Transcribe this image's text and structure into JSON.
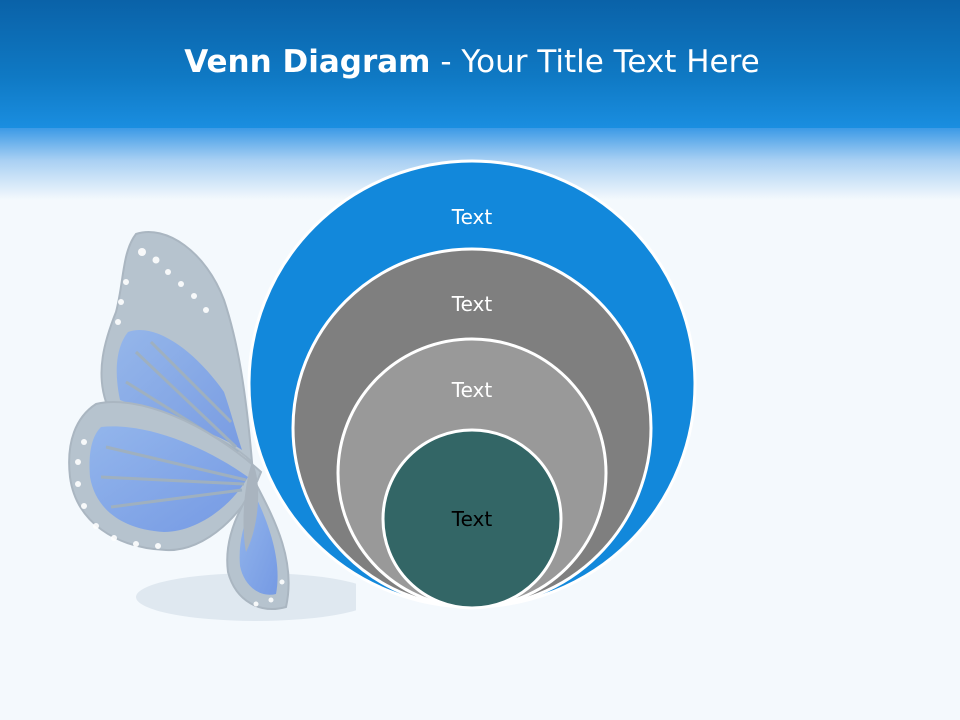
{
  "slide": {
    "title_bold": "Venn Diagram",
    "title_rest": " - Your Title Text Here"
  },
  "diagram": {
    "circles": [
      {
        "label": "Text",
        "fill": "#1288db",
        "text_color": "#ffffff"
      },
      {
        "label": "Text",
        "fill": "#7f7f7f",
        "text_color": "#ffffff"
      },
      {
        "label": "Text",
        "fill": "#999999",
        "text_color": "#ffffff"
      },
      {
        "label": "Text",
        "fill": "#336666",
        "text_color": "#000000"
      }
    ]
  },
  "colors": {
    "header": "#0f79c4",
    "background": "#f4f9fd",
    "circle_border": "#ffffff"
  },
  "icons": [
    "butterfly-image"
  ]
}
